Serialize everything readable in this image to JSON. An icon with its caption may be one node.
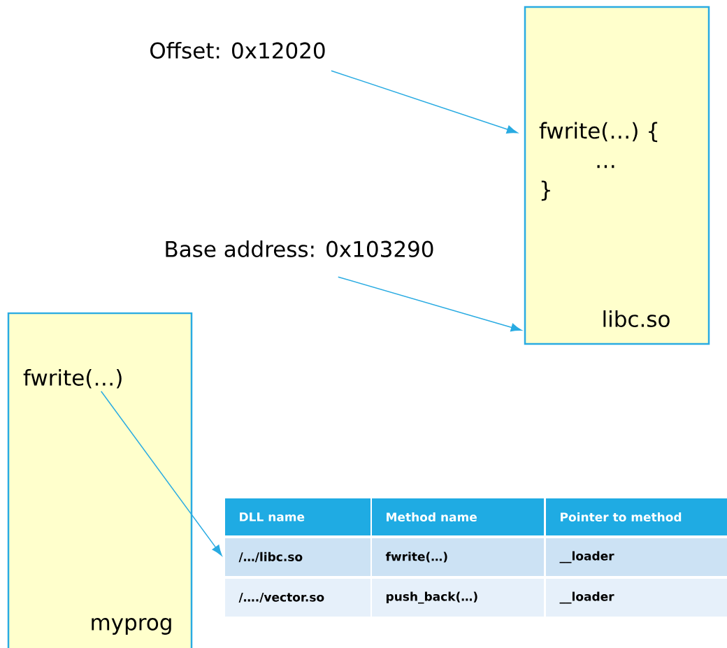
{
  "diagram": {
    "nodes": [
      {
        "text": [
          "Offset: 0x12020"
        ]
      },
      {
        "text": [
          "libc.so"
        ]
      },
      {
        "text": [
          "fwrite(…) {",
          "…",
          "}"
        ],
        "in": 1
      },
      {
        "text": [
          "Base address: 0x103290"
        ]
      },
      {
        "text": [
          "myprog"
        ]
      },
      {
        "text": [
          "fwrite(…)"
        ],
        "in": 4
      },
      {
        "text": [
          "DLL name"
        ]
      },
      {
        "text": [
          "Method name"
        ]
      },
      {
        "text": [
          "Pointer to method"
        ]
      },
      {
        "text": [
          "/…/libc.so"
        ]
      },
      {
        "text": [
          "fwrite(…)"
        ]
      },
      {
        "text": [
          "__loader"
        ]
      },
      {
        "text": [
          "/…./vector.so"
        ]
      },
      {
        "text": [
          "push_back(…)"
        ]
      },
      {
        "text": [
          "__loader"
        ]
      }
    ],
    "edges": [
      {
        "from": 0,
        "to": 2,
        "arrow": "to"
      },
      {
        "from": 3,
        "to": 1,
        "arrow": "to"
      },
      {
        "from": 5,
        "to": 9,
        "arrow": "to"
      }
    ]
  }
}
